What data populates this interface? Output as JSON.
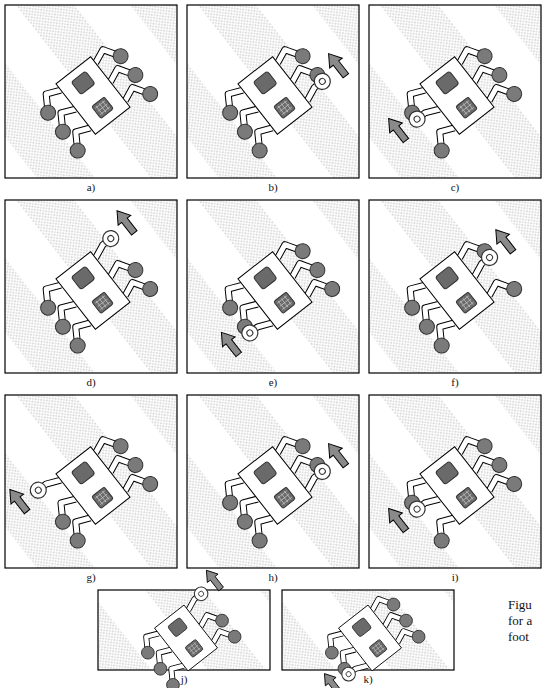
{
  "diagram": {
    "labels": [
      "a)",
      "b)",
      "c)",
      "d)",
      "e)",
      "f)",
      "g)",
      "h)",
      "i)",
      "j)",
      "k)",
      "Figu",
      "for a",
      "foot"
    ]
  }
}
